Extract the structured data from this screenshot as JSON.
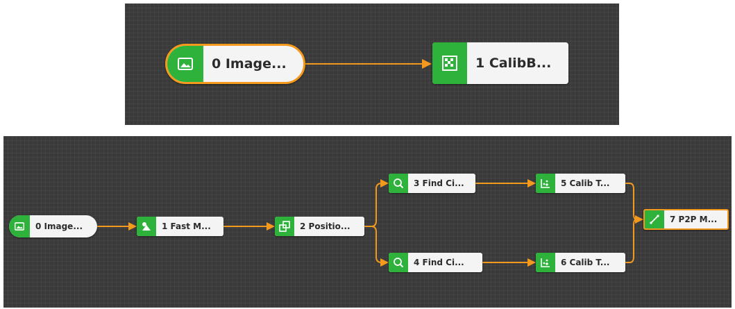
{
  "colors": {
    "canvas": "#3a3a3a",
    "node_icon": "#2fb23c",
    "edge": "#f39a1e",
    "node_bg": "#f4f4f4"
  },
  "top_flow": {
    "nodes": [
      {
        "id": "n0",
        "label": "0 Image...",
        "icon": "image-icon",
        "selected": true,
        "shape": "pill"
      },
      {
        "id": "n1",
        "label": "1 CalibB...",
        "icon": "calibration-board-icon",
        "selected": false,
        "shape": "rect"
      }
    ],
    "edges": [
      {
        "from": "0 Image...",
        "to": "1 CalibB..."
      }
    ]
  },
  "bottom_flow": {
    "nodes": [
      {
        "id": "n0",
        "label": "0 Image...",
        "icon": "image-icon",
        "shape": "pill"
      },
      {
        "id": "n1",
        "label": "1 Fast M...",
        "icon": "fast-match-icon"
      },
      {
        "id": "n2",
        "label": "2 Positio...",
        "icon": "position-fix-icon"
      },
      {
        "id": "n3",
        "label": "3 Find Ci...",
        "icon": "find-circle-icon"
      },
      {
        "id": "n4",
        "label": "4 Find Ci...",
        "icon": "find-circle-icon"
      },
      {
        "id": "n5",
        "label": "5 Calib T...",
        "icon": "calib-transform-icon"
      },
      {
        "id": "n6",
        "label": "6 Calib T...",
        "icon": "calib-transform-icon"
      },
      {
        "id": "n7",
        "label": "7 P2P M...",
        "icon": "p2p-measure-icon",
        "selected": true
      }
    ],
    "edges": [
      {
        "from": "0 Image...",
        "to": "1 Fast M..."
      },
      {
        "from": "1 Fast M...",
        "to": "2 Positio..."
      },
      {
        "from": "2 Positio...",
        "to": "3 Find Ci..."
      },
      {
        "from": "2 Positio...",
        "to": "4 Find Ci..."
      },
      {
        "from": "3 Find Ci...",
        "to": "5 Calib T..."
      },
      {
        "from": "4 Find Ci...",
        "to": "6 Calib T..."
      },
      {
        "from": "5 Calib T...",
        "to": "7 P2P M..."
      },
      {
        "from": "6 Calib T...",
        "to": "7 P2P M..."
      }
    ]
  }
}
